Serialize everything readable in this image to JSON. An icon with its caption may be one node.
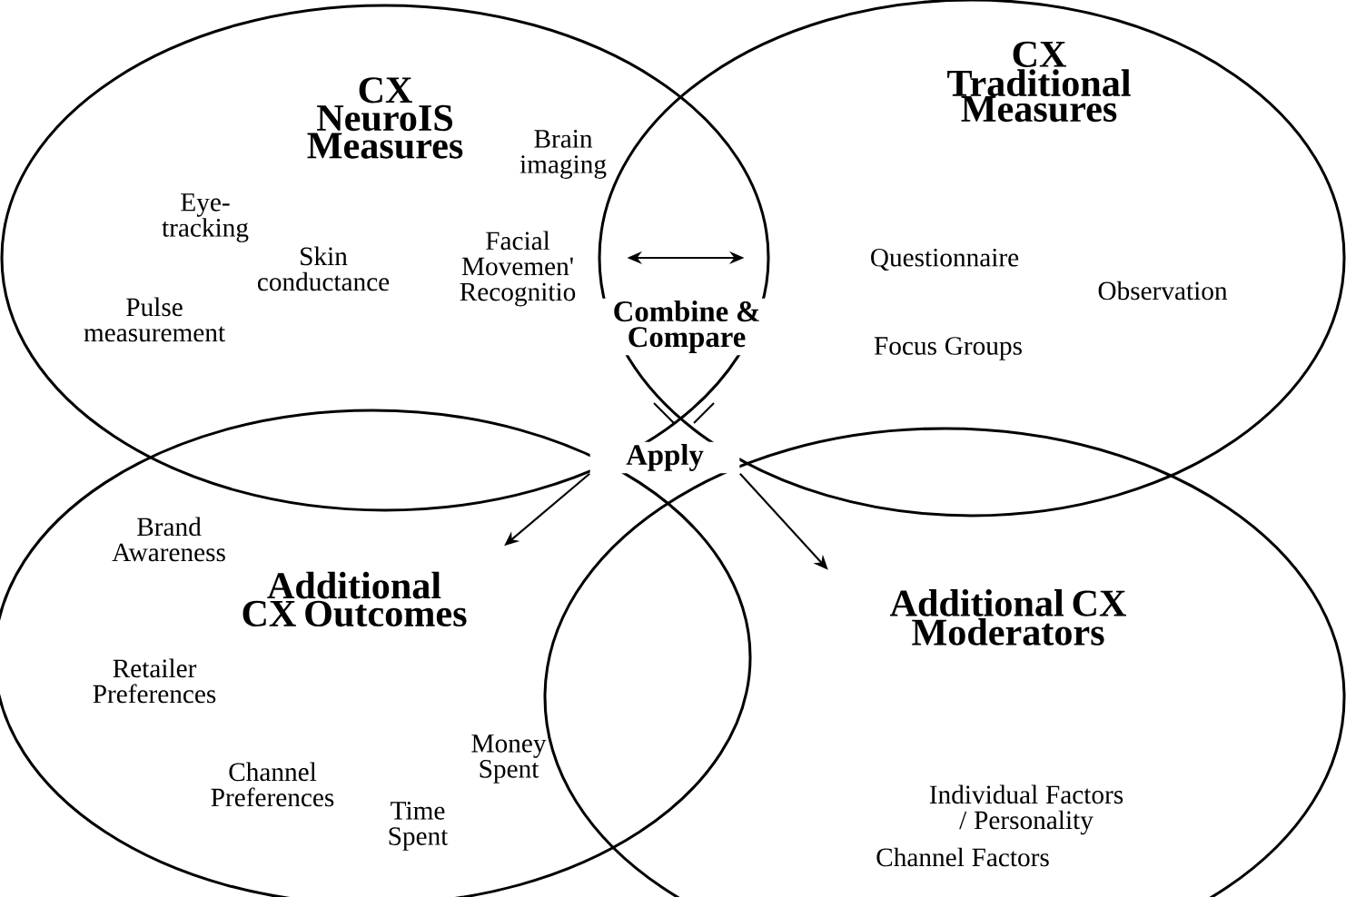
{
  "diagram": {
    "nodes": [
      {
        "text": [
          "CX NeuroIS Measures",
          "Eye-tracking",
          "Brain imaging",
          "Skin conductance",
          "Facial Movemen' Recognitio",
          "Pulse measurement"
        ]
      },
      {
        "text": [
          "CX Traditional Measures",
          "Questionnaire",
          "Observation",
          "Focus Groups"
        ]
      },
      {
        "text": [
          "Additional CX Outcomes",
          "Brand Awareness",
          "Retailer Preferences",
          "Channel Preferences",
          "Money Spent",
          "Time Spent"
        ]
      },
      {
        "text": [
          "Additional CX Moderators",
          "Individual Factors / Personality",
          "Channel Factors"
        ]
      },
      {
        "text": [
          "Apply"
        ]
      },
      {
        "text": [
          "Combine & Compare"
        ]
      }
    ],
    "edges": [
      {
        "from": 0,
        "to": 1,
        "arrow": "both"
      },
      {
        "from": 4,
        "to": 2,
        "arrow": "to"
      },
      {
        "from": 4,
        "to": 3,
        "arrow": "to"
      }
    ]
  }
}
